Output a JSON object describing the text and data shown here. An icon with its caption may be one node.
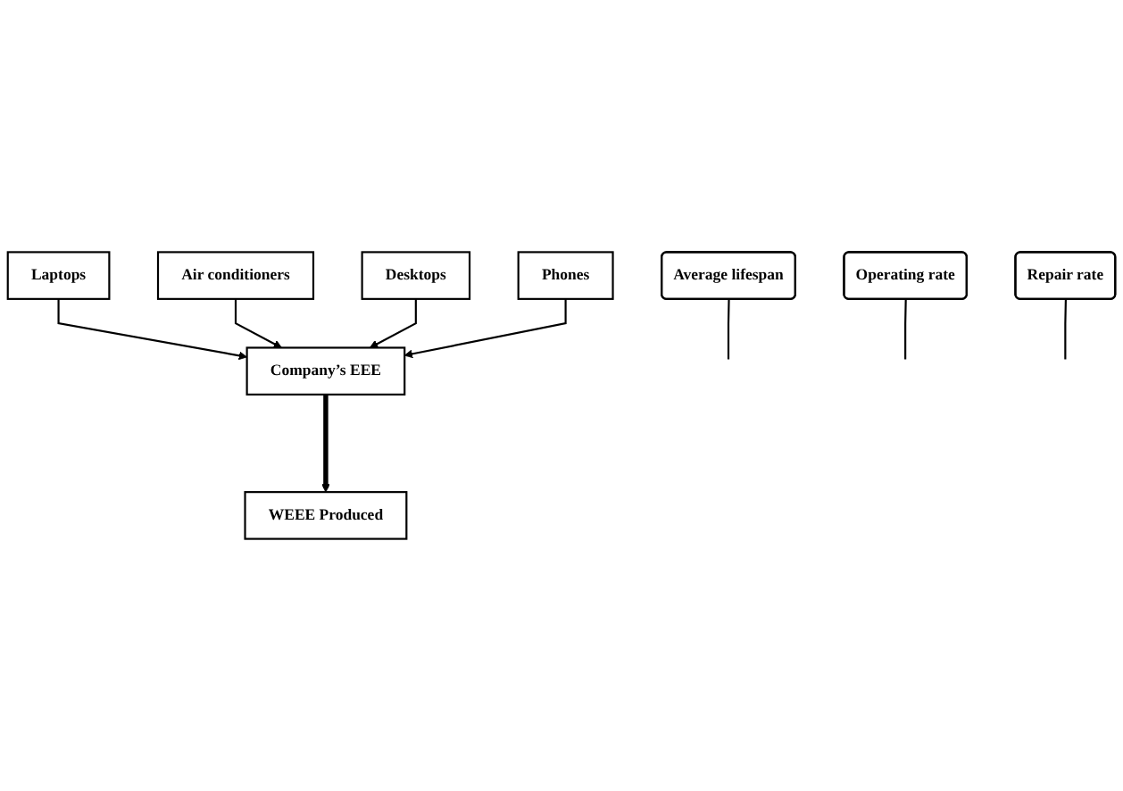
{
  "diagram": {
    "nodes": [
      {
        "text": [
          "Air conditioners"
        ]
      },
      {
        "text": [
          "Desktops"
        ]
      },
      {
        "text": [
          "Laptops"
        ]
      },
      {
        "text": [
          "Phones"
        ]
      },
      {
        "text": [
          "Company’s EEE"
        ]
      },
      {
        "text": [
          "Average lifespan"
        ]
      },
      {
        "text": [
          "Operating rate"
        ]
      },
      {
        "text": [
          "Repair rate"
        ]
      },
      {
        "text": [
          "WEEE Produced"
        ]
      }
    ],
    "edges": [
      {
        "from": 2,
        "to": 4,
        "arrow": "to"
      },
      {
        "from": 0,
        "to": 4,
        "arrow": "to"
      },
      {
        "from": 1,
        "to": 4,
        "arrow": "to"
      },
      {
        "from": 3,
        "to": 4,
        "arrow": "to"
      },
      {
        "from": 4,
        "to": 8,
        "arrow": "to",
        "style": "thick"
      },
      {
        "from": 5,
        "to": null,
        "arrow": "none"
      },
      {
        "from": 6,
        "to": null,
        "arrow": "none"
      },
      {
        "from": 7,
        "to": null,
        "arrow": "none"
      }
    ]
  }
}
